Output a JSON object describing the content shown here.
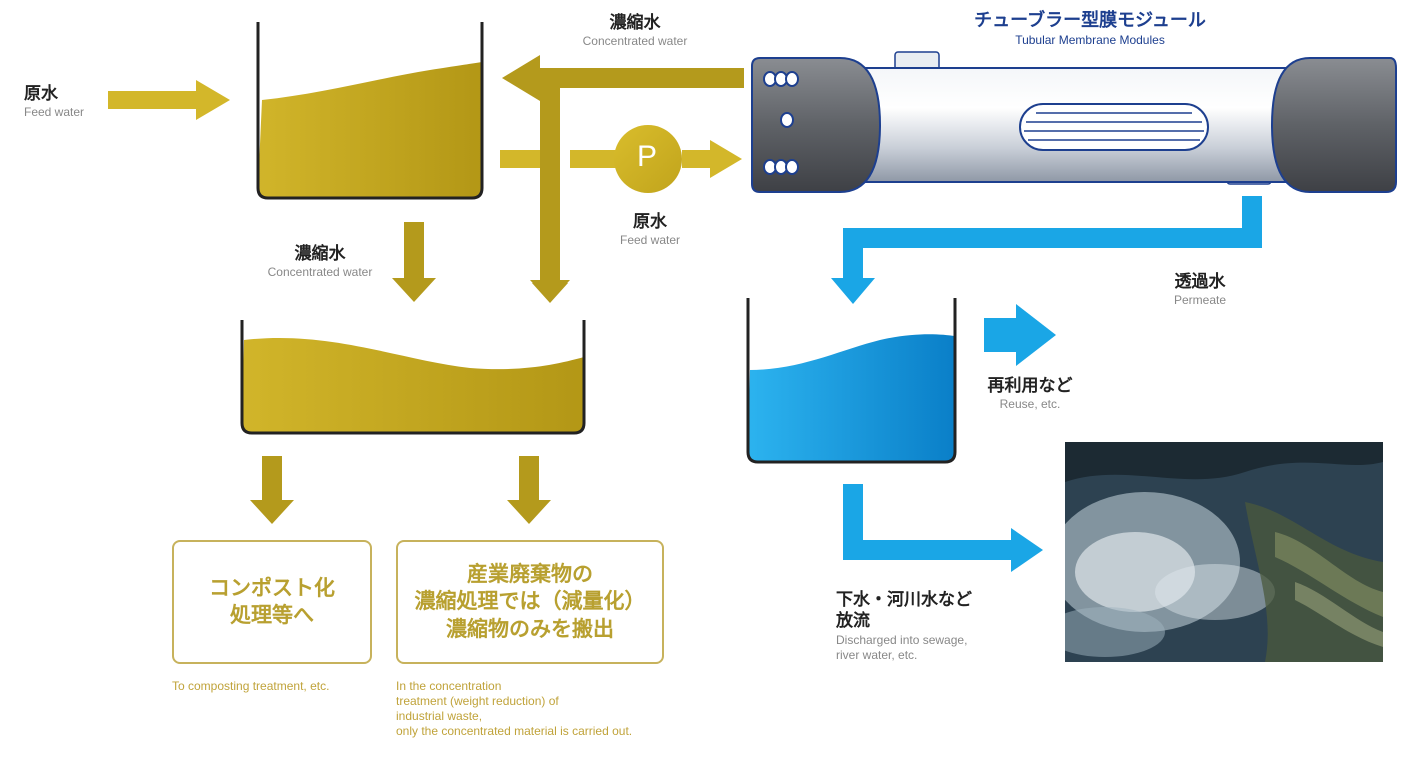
{
  "feed_water_left": {
    "jp": "原水",
    "en": "Feed water"
  },
  "concentrated_top": {
    "jp": "濃縮水",
    "en": "Concentrated water"
  },
  "module_title": {
    "jp": "チューブラー型膜モジュール",
    "en": "Tubular Membrane Modules"
  },
  "pump": {
    "letter": "P"
  },
  "feed_water_pump": {
    "jp": "原水",
    "en": "Feed water"
  },
  "concentrated_mid": {
    "jp": "濃縮水",
    "en": "Concentrated water"
  },
  "permeate": {
    "jp": "透過水",
    "en": "Permeate"
  },
  "reuse": {
    "jp": "再利用など",
    "en": "Reuse, etc."
  },
  "discharge": {
    "jp_line1": "下水・河川水など",
    "jp_line2": "放流",
    "en_line1": "Discharged into sewage,",
    "en_line2": "river water, etc."
  },
  "box_compost": {
    "line1": "コンポスト化",
    "line2": "処理等へ"
  },
  "compost_en": "To composting treatment, etc.",
  "box_industrial": {
    "line1": "産業廃棄物の",
    "line2": "濃縮処理では（減量化）",
    "line3": "濃縮物のみを搬出"
  },
  "industrial_en": {
    "line1": "In the concentration",
    "line2": "treatment (weight reduction) of",
    "line3": "industrial waste,",
    "line4": "only the concentrated material is carried out."
  },
  "colors": {
    "gold": "#c4a81f",
    "gold_dark": "#b09417",
    "blue": "#1aa6e6",
    "blue_dark": "#0b86cf",
    "navy": "#1d3f8f"
  }
}
